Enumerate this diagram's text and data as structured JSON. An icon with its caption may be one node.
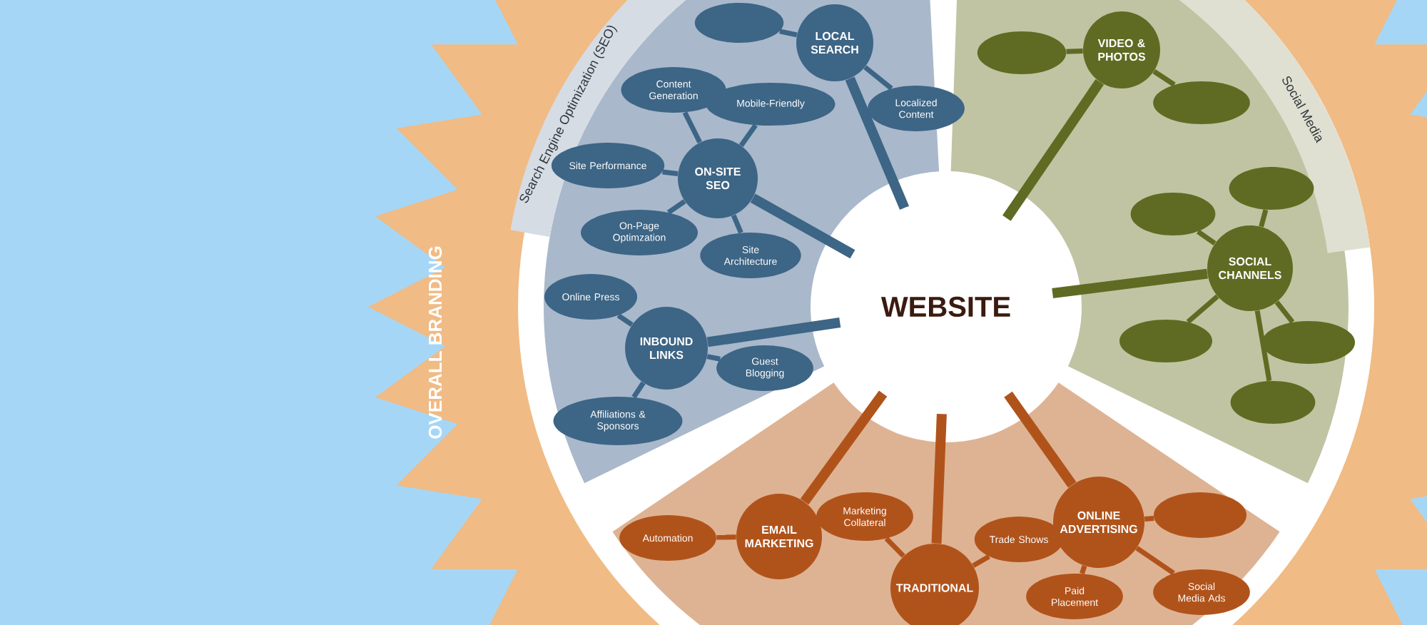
{
  "diagram": {
    "nodes": [
      {
        "text": [
          "WEBSITE"
        ]
      },
      {
        "text": [
          "LOCAL SEARCH"
        ]
      },
      {
        "text": [],
        "shape": "leaf"
      },
      {
        "text": [
          "Localized Content"
        ]
      },
      {
        "text": [
          "ON-SITE SEO"
        ]
      },
      {
        "text": [
          "Content Generation"
        ]
      },
      {
        "text": [
          "Mobile-Friendly"
        ]
      },
      {
        "text": [
          "Site Performance"
        ]
      },
      {
        "text": [
          "On-Page Optimzation"
        ]
      },
      {
        "text": [
          "Site Architecture"
        ]
      },
      {
        "text": [
          "INBOUND LINKS"
        ]
      },
      {
        "text": [
          "Online Press"
        ]
      },
      {
        "text": [
          "Guest Blogging"
        ]
      },
      {
        "text": [
          "Affiliations & Sponsors"
        ]
      },
      {
        "text": [
          "VIDEO & PHOTOS"
        ]
      },
      {
        "text": [],
        "shape": "leaf"
      },
      {
        "text": [],
        "shape": "leaf"
      },
      {
        "text": [
          "SOCIAL CHANNELS"
        ]
      },
      {
        "text": [],
        "shape": "leaf"
      },
      {
        "text": [],
        "shape": "leaf"
      },
      {
        "text": [],
        "shape": "leaf"
      },
      {
        "text": [],
        "shape": "leaf"
      },
      {
        "text": [],
        "shape": "leaf"
      },
      {
        "text": [
          "EMAIL MARKETING"
        ]
      },
      {
        "text": [
          "Automation"
        ]
      },
      {
        "text": [
          "TRADITIONAL"
        ]
      },
      {
        "text": [
          "Marketing Collateral"
        ]
      },
      {
        "text": [
          "Trade Shows"
        ]
      },
      {
        "text": [
          "ONLINE ADVERTISING"
        ]
      },
      {
        "text": [],
        "shape": "leaf"
      },
      {
        "text": [
          "Social Media Ads"
        ]
      },
      {
        "text": [
          "Paid Placement"
        ]
      }
    ],
    "edges": [
      {
        "from": 0,
        "to": 1,
        "arrow": "none",
        "style": "thick"
      },
      {
        "from": 1,
        "to": 2,
        "arrow": "none"
      },
      {
        "from": 1,
        "to": 3,
        "arrow": "none"
      },
      {
        "from": 0,
        "to": 4,
        "arrow": "none",
        "style": "thick"
      },
      {
        "from": 4,
        "to": 5,
        "arrow": "none"
      },
      {
        "from": 4,
        "to": 6,
        "arrow": "none"
      },
      {
        "from": 4,
        "to": 7,
        "arrow": "none"
      },
      {
        "from": 4,
        "to": 8,
        "arrow": "none"
      },
      {
        "from": 4,
        "to": 9,
        "arrow": "none"
      },
      {
        "from": 0,
        "to": 10,
        "arrow": "none",
        "style": "thick"
      },
      {
        "from": 10,
        "to": 11,
        "arrow": "none"
      },
      {
        "from": 10,
        "to": 12,
        "arrow": "none"
      },
      {
        "from": 10,
        "to": 13,
        "arrow": "none"
      },
      {
        "from": 0,
        "to": 14,
        "arrow": "none",
        "style": "thick",
        "color": "#5f6b22"
      },
      {
        "from": 14,
        "to": 15,
        "arrow": "none",
        "color": "#5f6b22"
      },
      {
        "from": 14,
        "to": 16,
        "arrow": "none",
        "color": "#5f6b22"
      },
      {
        "from": 0,
        "to": 17,
        "arrow": "none",
        "style": "thick",
        "color": "#5f6b22"
      },
      {
        "from": 17,
        "to": 18,
        "arrow": "none",
        "color": "#5f6b22"
      },
      {
        "from": 17,
        "to": 19,
        "arrow": "none",
        "color": "#5f6b22"
      },
      {
        "from": 17,
        "to": 20,
        "arrow": "none",
        "color": "#5f6b22"
      },
      {
        "from": 17,
        "to": 21,
        "arrow": "none",
        "color": "#5f6b22"
      },
      {
        "from": 17,
        "to": 22,
        "arrow": "none",
        "color": "#5f6b22"
      },
      {
        "from": 0,
        "to": 23,
        "arrow": "none",
        "style": "thick",
        "color": "#b0531b"
      },
      {
        "from": 23,
        "to": 24,
        "arrow": "none",
        "color": "#b0531b"
      },
      {
        "from": 0,
        "to": 25,
        "arrow": "none",
        "style": "thick",
        "color": "#b0531b"
      },
      {
        "from": 25,
        "to": 26,
        "arrow": "none",
        "color": "#b0531b"
      },
      {
        "from": 25,
        "to": 27,
        "arrow": "none",
        "color": "#b0531b"
      },
      {
        "from": 0,
        "to": 28,
        "arrow": "none",
        "style": "thick",
        "color": "#b0531b"
      },
      {
        "from": 28,
        "to": 29,
        "arrow": "none",
        "color": "#b0531b"
      },
      {
        "from": 28,
        "to": 30,
        "arrow": "none",
        "color": "#b0531b"
      },
      {
        "from": 28,
        "to": 31,
        "arrow": "none",
        "color": "#b0531b"
      }
    ],
    "labels": [
      "OVERALL BRANDING",
      "Search Engine Optimization (SEO)",
      "Social Media"
    ]
  }
}
